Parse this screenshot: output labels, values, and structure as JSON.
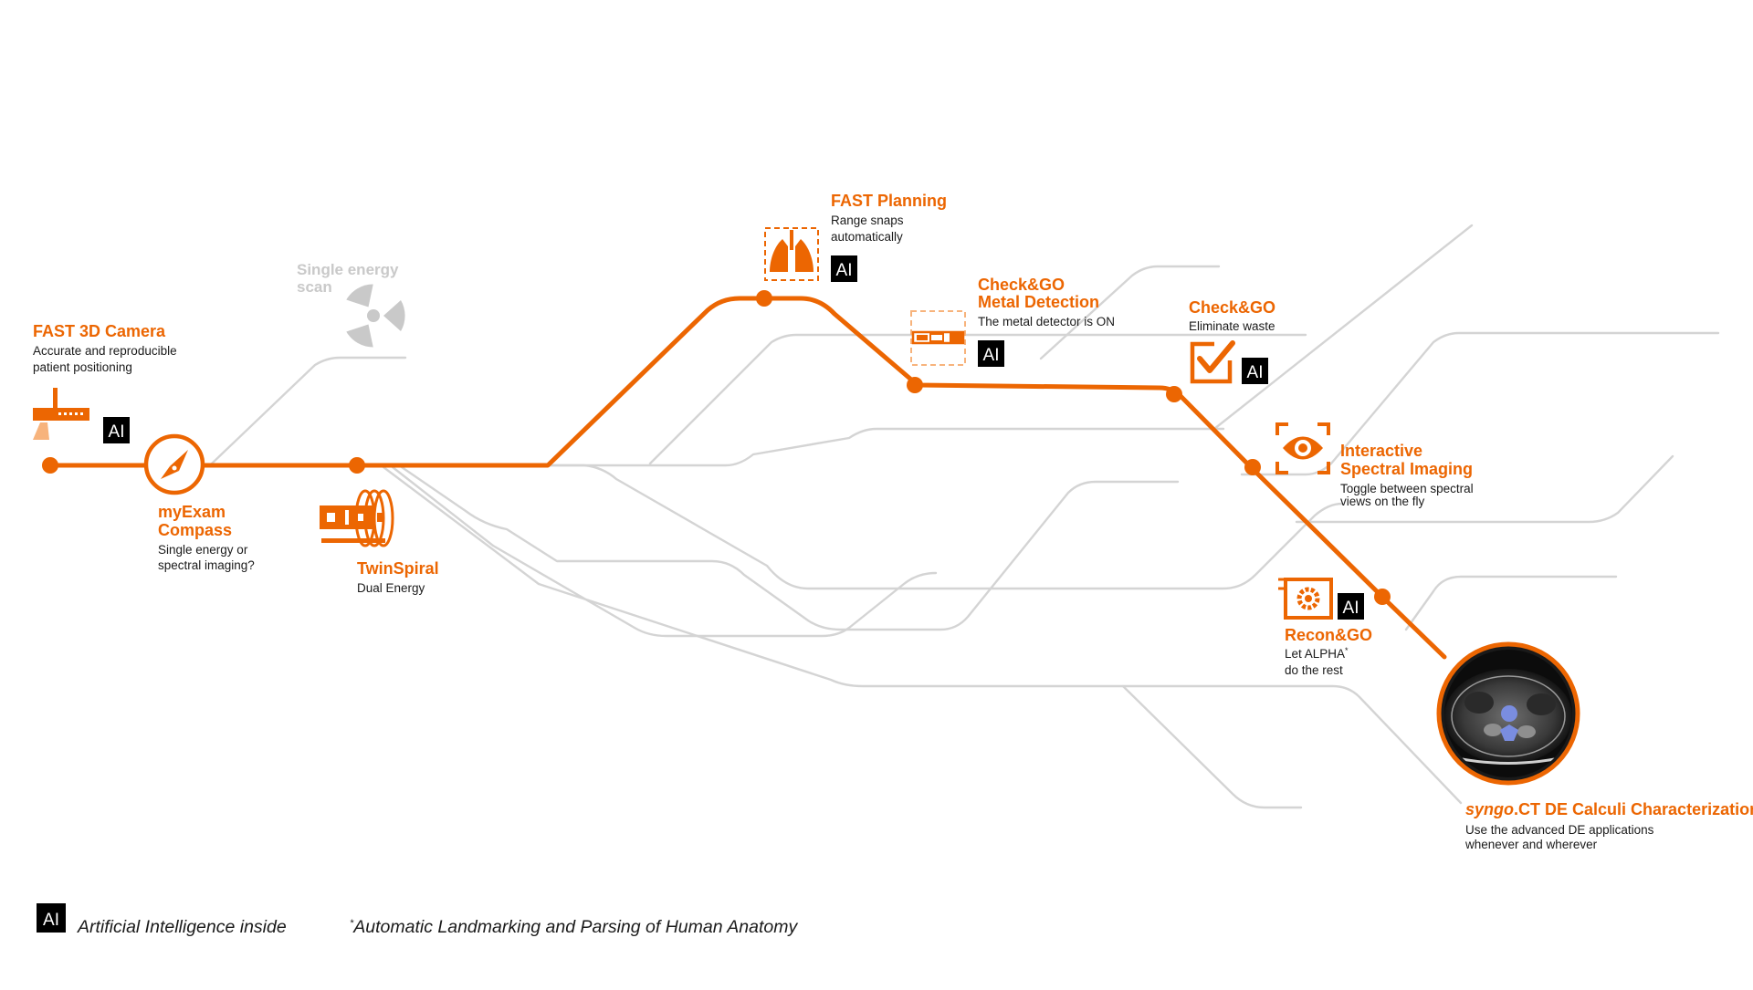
{
  "accent_color": "#ec6602",
  "ai_badge": "AI",
  "steps": [
    {
      "id": "fast-3d-camera",
      "title": "FAST 3D Camera",
      "desc": [
        "Accurate and reproducible",
        "patient positioning"
      ],
      "icon": "camera-scanner-icon",
      "ai": true
    },
    {
      "id": "myexam-compass",
      "title": [
        "myExam",
        "Compass"
      ],
      "desc": [
        "Single energy or",
        "spectral imaging?"
      ],
      "icon": "compass-icon",
      "ai": false
    },
    {
      "id": "single-energy-scan",
      "title": [
        "Single energy",
        "scan"
      ],
      "icon": "radiation-icon",
      "inactive": true
    },
    {
      "id": "twinspiral",
      "title": "TwinSpiral",
      "desc": [
        "Dual Energy"
      ],
      "icon": "twin-spiral-icon",
      "ai": false
    },
    {
      "id": "fast-planning",
      "title": "FAST Planning",
      "desc": [
        "Range snaps",
        "automatically"
      ],
      "icon": "lungs-icon",
      "ai": true
    },
    {
      "id": "checkgo-metal",
      "title": [
        "Check&GO",
        "Metal Detection"
      ],
      "desc": [
        "The metal detector is ON"
      ],
      "icon": "metal-belt-icon",
      "ai": true
    },
    {
      "id": "checkgo-waste",
      "title": "Check&GO",
      "desc": [
        "Eliminate waste"
      ],
      "icon": "checkbox-icon",
      "ai": true
    },
    {
      "id": "interactive-spectral",
      "title": [
        "Interactive",
        "Spectral Imaging"
      ],
      "desc": [
        "Toggle between spectral",
        "views on the fly"
      ],
      "icon": "eye-icon",
      "ai": false
    },
    {
      "id": "recon-go",
      "title": "Recon&GO",
      "desc": [
        "Let ALPHA",
        "do the rest"
      ],
      "desc_sup": "*",
      "icon": "gear-document-icon",
      "ai": true
    },
    {
      "id": "syngo-ct",
      "title_italic": "syngo",
      "title_rest": ".CT DE Calculi Characterization",
      "desc": [
        "Use the advanced DE applications",
        "whenever and wherever"
      ],
      "icon": "ct-scan-image-icon",
      "ai": false
    }
  ],
  "legend": {
    "ai_text": "Artificial Intelligence inside",
    "footnote_marker": "*",
    "footnote_text": "Automatic Landmarking and Parsing of Human Anatomy"
  }
}
